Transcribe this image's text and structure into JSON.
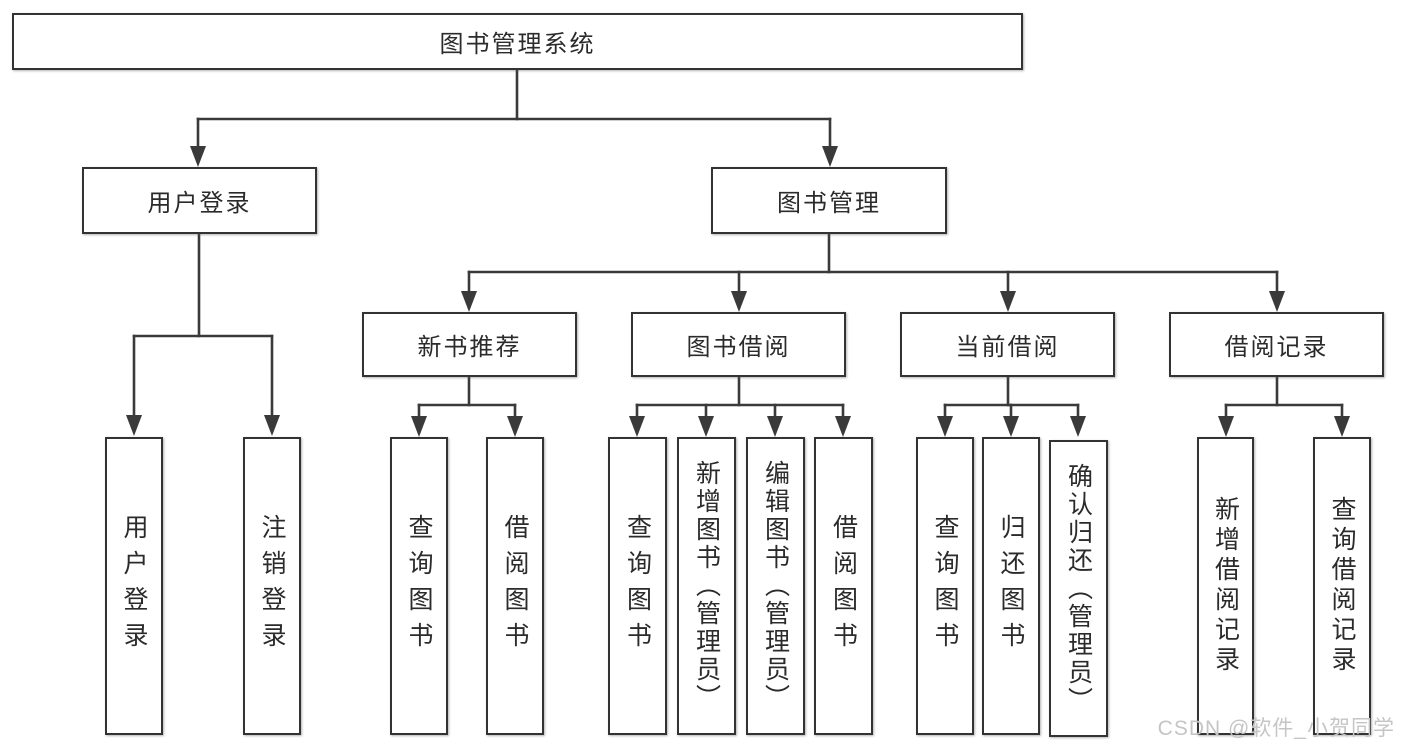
{
  "diagram": {
    "title_node": "图书管理系统",
    "nodes": {
      "root": "图书管理系统",
      "user_login": "用户登录",
      "book_mgmt": "图书管理",
      "new_book_rec": "新书推荐",
      "book_borrow": "图书借阅",
      "current_borrow": "当前借阅",
      "borrow_records": "借阅记录",
      "leaf_user_login": "用户登录",
      "leaf_logout": "注销登录",
      "leaf_query_book_rec": "查询图书",
      "leaf_borrow_book_rec": "借阅图书",
      "leaf_query_book_borrow": "查询图书",
      "leaf_add_book": "新增图书（管理员）",
      "leaf_edit_book": "编辑图书（管理员）",
      "leaf_borrow_book_borrow": "借阅图书",
      "leaf_query_book_current": "查询图书",
      "leaf_return_book": "归还图书",
      "leaf_confirm_return": "确认归还（管理员）",
      "leaf_add_record": "新增借阅记录",
      "leaf_query_record": "查询借阅记录"
    },
    "line_color": "#3a3a3a",
    "box_border_color": "#333333",
    "background_color": "#ffffff"
  },
  "watermark": "CSDN @软件_小贺同学"
}
